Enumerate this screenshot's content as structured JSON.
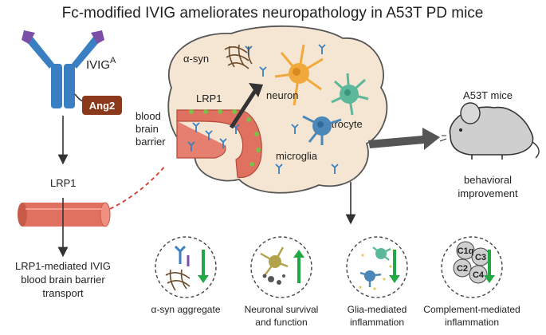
{
  "title": "Fc-modified IVIG ameliorates neuropathology in A53T PD mice",
  "ivig": {
    "label": "IVIG",
    "superscript": "A",
    "ang2": "Ang2"
  },
  "lrp1_left": "LRP1",
  "transport": [
    "LRP1-mediated IVIG",
    "blood brain barrier",
    "transport"
  ],
  "brain": {
    "asyn": "α-syn",
    "lrp1": "LRP1",
    "neuron": "neuron",
    "astrocyte": "astrocyte",
    "microglia": "microglia",
    "bbb": [
      "blood",
      "brain",
      "barrier"
    ]
  },
  "mouse": {
    "title": "A53T mice",
    "improvement": [
      "behavioral",
      "improvement"
    ]
  },
  "outcomes": [
    {
      "caption": [
        "α-syn aggregate"
      ],
      "direction": "down"
    },
    {
      "caption": [
        "Neuronal survival",
        "and function"
      ],
      "direction": "up"
    },
    {
      "caption": [
        "Glia-mediated",
        "inflammation"
      ],
      "direction": "down"
    },
    {
      "caption": [
        "Complement-mediated",
        "inflammation"
      ],
      "direction": "down",
      "components": [
        "C1q",
        "C3",
        "C2",
        "C4"
      ]
    }
  ],
  "colors": {
    "arrow_green": "#22a844",
    "antibody_blue": "#3a7fc1",
    "antibody_purple": "#7b4fa8",
    "ang2_brown": "#8a3a1a",
    "vessel_red": "#e07060",
    "brain_fill": "#f5e6d3",
    "neuron_orange": "#f2a93b",
    "astrocyte_green": "#5cb89a",
    "microglia_blue": "#4c87b9"
  }
}
